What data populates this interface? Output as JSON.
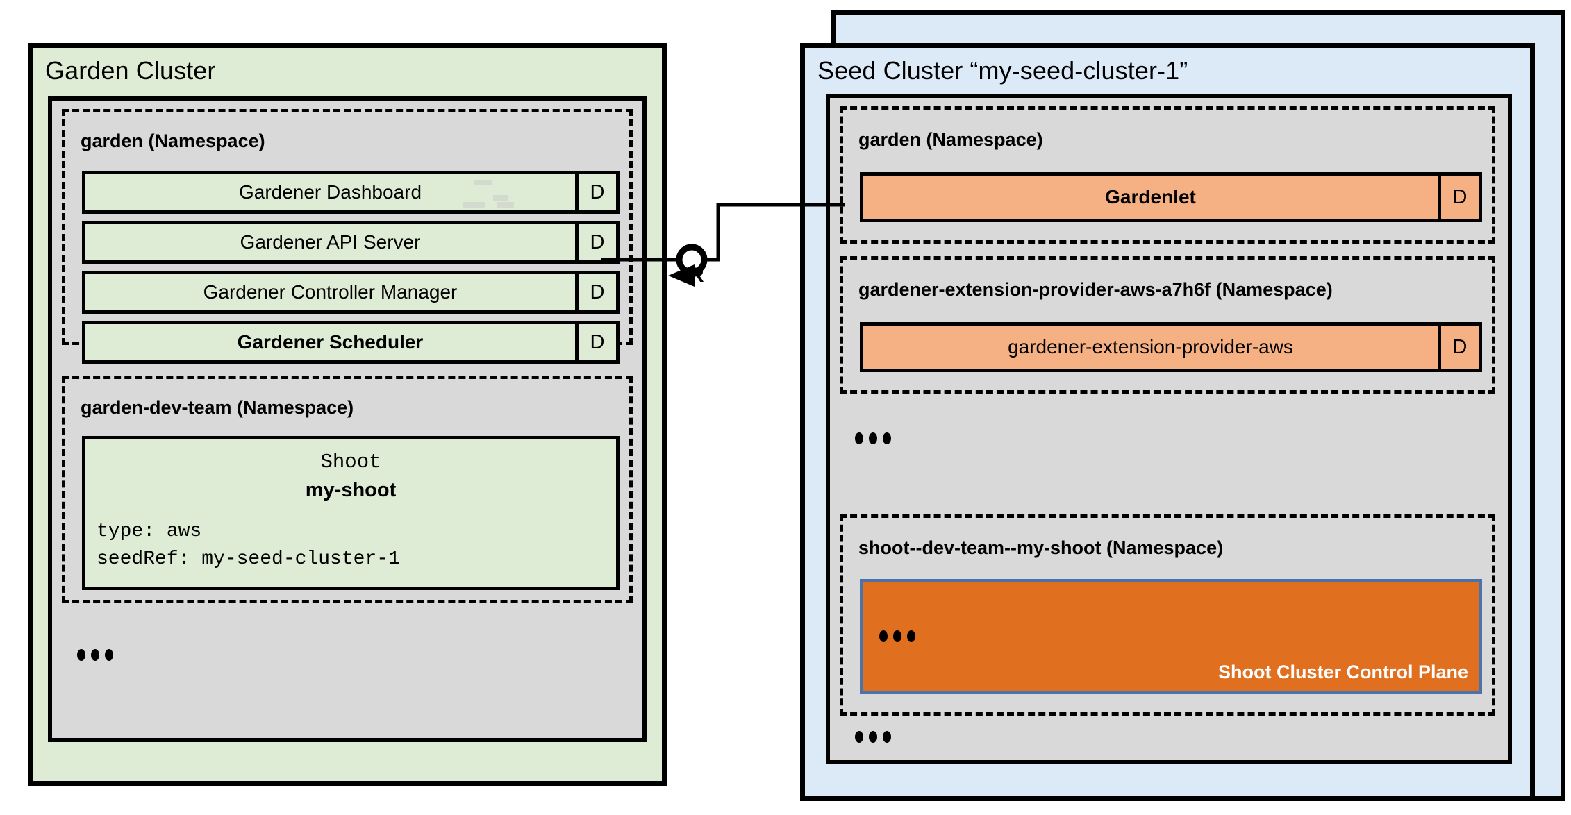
{
  "garden_cluster": {
    "title": "Garden Cluster",
    "namespaces": [
      {
        "title": "garden (Namespace)",
        "components": [
          {
            "label": "Gardener Dashboard",
            "badge": "D",
            "bold": false
          },
          {
            "label": "Gardener API Server",
            "badge": "D",
            "bold": false
          },
          {
            "label": "Gardener Controller Manager",
            "badge": "D",
            "bold": false
          },
          {
            "label": "Gardener Scheduler",
            "badge": "D",
            "bold": true
          }
        ]
      },
      {
        "title": "garden-dev-team (Namespace)",
        "resource": {
          "kind": "Shoot",
          "name": "my-shoot",
          "spec_lines": "type: aws\nseedRef: my-seed-cluster-1"
        }
      }
    ],
    "more_indicator": "..."
  },
  "seed_cluster": {
    "title": "Seed Cluster “my-seed-cluster-1”",
    "namespaces": [
      {
        "title": "garden (Namespace)",
        "components": [
          {
            "label": "Gardenlet",
            "badge": "D",
            "bold": true
          }
        ]
      },
      {
        "title": "gardener-extension-provider-aws-a7h6f (Namespace)",
        "components": [
          {
            "label": "gardener-extension-provider-aws",
            "badge": "D",
            "bold": false
          }
        ]
      },
      {
        "title": "shoot--dev-team--my-shoot (Namespace)",
        "control_plane": {
          "label": "Shoot Cluster Control Plane",
          "more_indicator": "..."
        }
      }
    ],
    "more_indicator_mid": "...",
    "more_indicator_bottom": "..."
  },
  "connector": {
    "label": "R",
    "from": "Gardener API Server",
    "to": "Gardenlet"
  },
  "colors": {
    "garden_green": "#dfecd5",
    "seed_blue": "#dce9f7",
    "namespace_gray": "#d9d9d9",
    "component_orange": "#f5b183",
    "control_plane_orange": "#e0701f",
    "control_plane_border": "#4a72ab",
    "stroke": "#000000"
  }
}
